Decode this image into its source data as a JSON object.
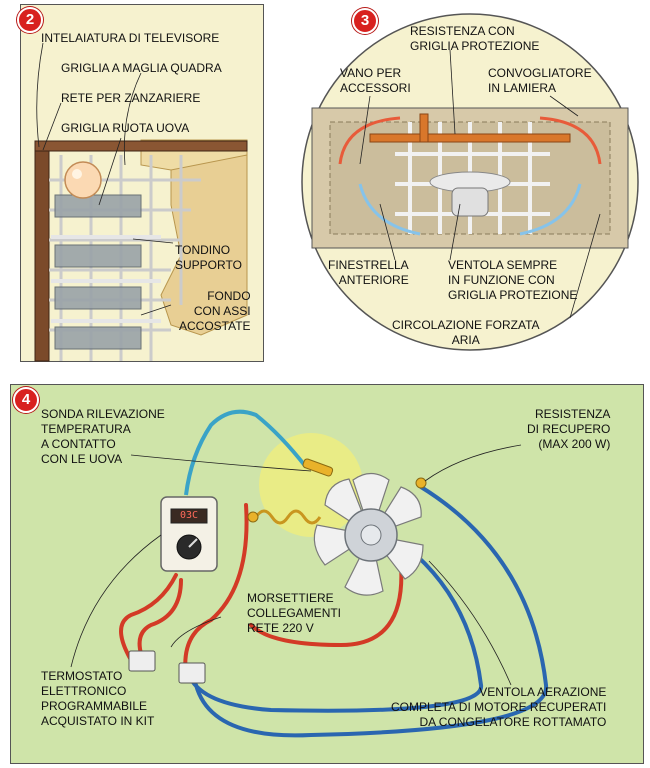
{
  "badges": {
    "p2": "2",
    "p3": "3",
    "p4": "4"
  },
  "panel2": {
    "labels": {
      "frame": "INTELAIATURA DI TELEVISORE",
      "square_grid": "GRIGLIA A MAGLIA QUADRA",
      "mosquito_net": "RETE PER ZANZARIERE",
      "egg_wheel": "GRIGLIA RUOTA UOVA",
      "rod_1": "TONDINO",
      "rod_2": "SUPPORTO",
      "bottom_1": "FONDO",
      "bottom_2": "CON ASSI",
      "bottom_3": "ACCOSTATE"
    }
  },
  "panel3": {
    "labels": {
      "heater_1": "RESISTENZA CON",
      "heater_2": "GRIGLIA PROTEZIONE",
      "compartment_1": "VANO PER",
      "compartment_2": "ACCESSORI",
      "duct_1": "CONVOGLIATORE",
      "duct_2": "IN LAMIERA",
      "window_1": "FINESTRELLA",
      "window_2": "ANTERIORE",
      "fan_1": "VENTOLA SEMPRE",
      "fan_2": "IN FUNZIONE CON",
      "fan_3": "GRIGLIA PROTEZIONE",
      "circ_1": "CIRCOLAZIONE FORZATA",
      "circ_2": "ARIA"
    }
  },
  "panel4": {
    "labels": {
      "probe_1": "SONDA RILEVAZIONE",
      "probe_2": "TEMPERATURA",
      "probe_3": "A CONTATTO",
      "probe_4": "CON LE UOVA",
      "resist_1": "RESISTENZA",
      "resist_2": "DI RECUPERO",
      "resist_3": "(MAX 200 W)",
      "term_1": "MORSETTIERE",
      "term_2": "COLLEGAMENTI",
      "term_3": "RETE 220 V",
      "thermo_1": "TERMOSTATO",
      "thermo_2": "ELETTRONICO",
      "thermo_3": "PROGRAMMABILE",
      "thermo_4": "ACQUISTATO IN KIT",
      "vent_1": "VENTOLA AERAZIONE",
      "vent_2": "COMPLETA DI MOTORE RECUPERATI",
      "vent_3": "DA CONGELATORE ROTTAMATO"
    },
    "display_value": "03C"
  },
  "colors": {
    "badge": "#d8211f",
    "panel2_bg": "#f6f2cf",
    "panel3_bg": "#f6f2cf",
    "panel4_bg": "#cfe4a9",
    "wire_red": "#d33a26",
    "wire_blue": "#2a66b0",
    "wire_cyan": "#3aa3c7",
    "heater_glow": "#fff26a",
    "wood": "#7b4a2a",
    "plaster": "#e8cf94"
  }
}
